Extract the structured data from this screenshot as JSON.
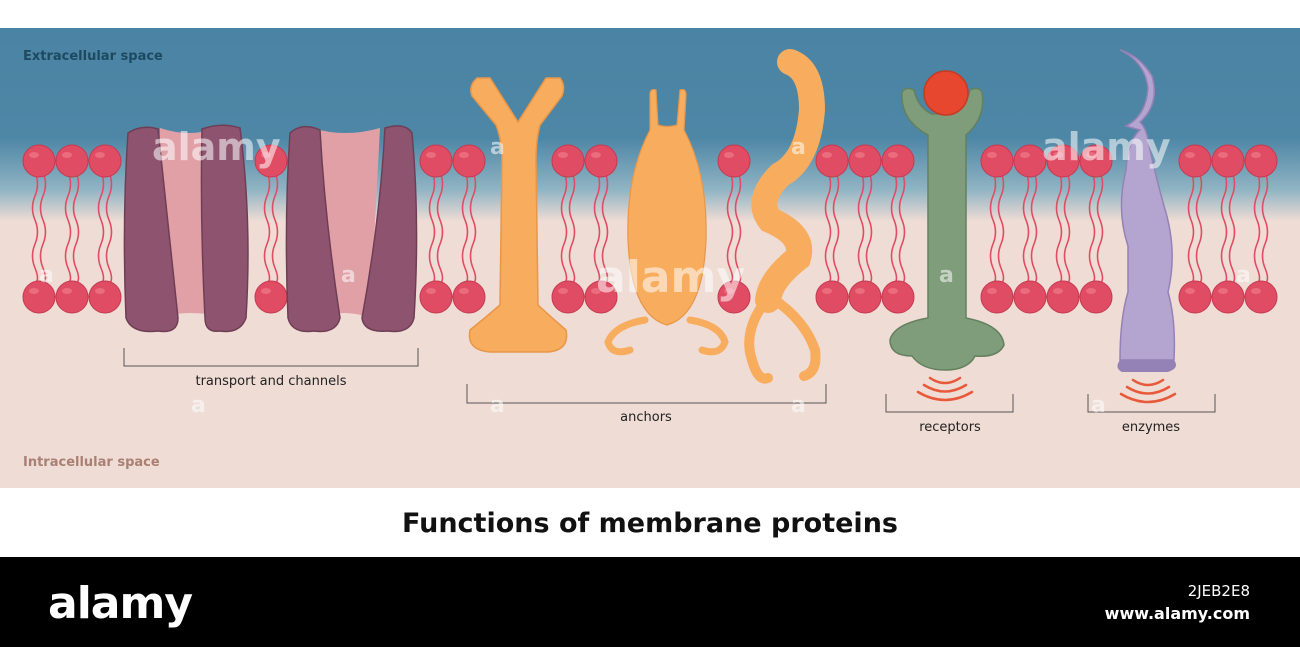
{
  "diagram": {
    "extracellular_label": "Extracellular space",
    "intracellular_label": "Intracellular space",
    "groups": {
      "transport": "transport and channels",
      "anchors": "anchors",
      "receptors": "receptors",
      "enzymes": "enzymes"
    },
    "title": "Functions of membrane proteins"
  },
  "watermark": {
    "logo": "alamy",
    "small": "a",
    "image_id": "2JEB2E8",
    "url": "www.alamy.com"
  },
  "colors": {
    "extracellular": "#4a83a3",
    "intracellular": "#efdcd5",
    "phospholipid_head": "#e04c63",
    "transport_dark": "#8e546f",
    "transport_light": "#e0a0a6",
    "anchor": "#f8ac5e",
    "receptor": "#7f9c7b",
    "ligand": "#e8472f",
    "enzyme": "#b3a5cf",
    "signal": "#e8593a",
    "footer": "#000000"
  }
}
